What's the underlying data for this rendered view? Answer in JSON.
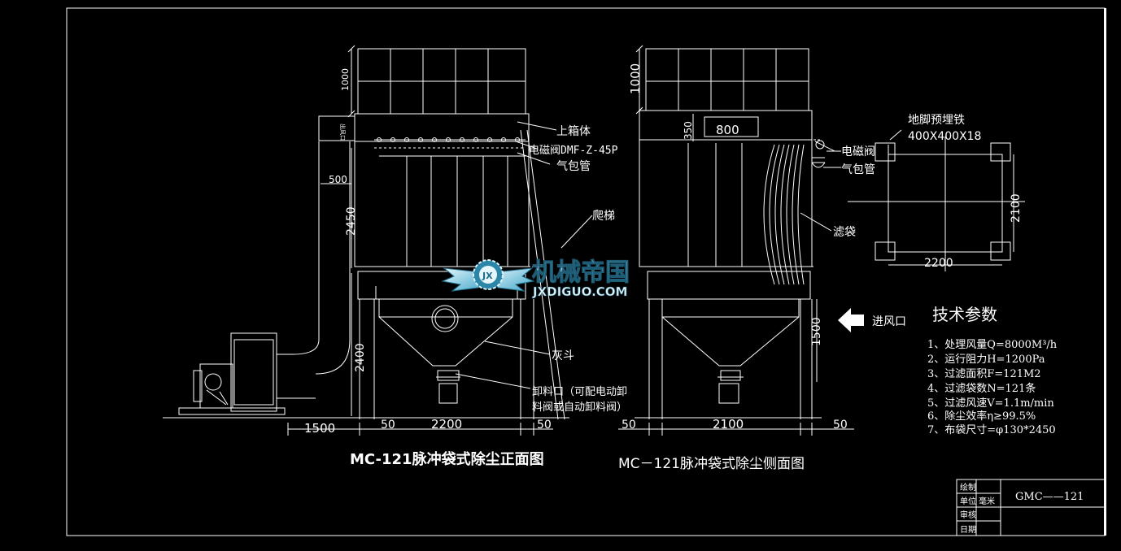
{
  "front_view": {
    "title": "MC-121脉冲袋式除尘正面图",
    "labels": {
      "upper_box": "上箱体",
      "solenoid_valve": "电磁阀DMF-Z-45P",
      "air_bag_pipe": "气包管",
      "ladder": "爬梯",
      "ash_hopper": "灰斗",
      "discharge_line1": "卸料口（可配电动卸",
      "discharge_line2": "料阀或自动卸料阀）",
      "outlet": "出风口"
    },
    "dimensions": {
      "top_height": "1000",
      "box_height": "2450",
      "hopper_height": "2400",
      "offset": "500",
      "fan_length": "1500",
      "left_gap": "50",
      "width": "2200",
      "right_gap": "50"
    }
  },
  "side_view": {
    "title": "MC－121脉冲袋式除尘侧面图",
    "labels": {
      "solenoid_valve": "电磁阀",
      "air_bag_pipe": "气包管",
      "filter_bag": "滤袋",
      "inlet": "进风口"
    },
    "dimensions": {
      "top_height": "1000",
      "upper_height": "350",
      "opening_width": "800",
      "support_height": "1500",
      "left_gap": "50",
      "width": "2100",
      "right_gap": "50"
    }
  },
  "foundation": {
    "title": "地脚预埋铁",
    "size": "400X400X18",
    "width": "2200",
    "depth": "2100"
  },
  "tech_params": {
    "heading": "技术参数",
    "items": [
      "1、处理风量Q=8000M³/h",
      "2、运行阻力H=1200Pa",
      "3、过滤面积F=121M2",
      "4、过滤袋数N=121条",
      "5、过滤风速V=1.1m/min",
      "6、除尘效率η≥99.5%",
      "7、布袋尺寸=φ130*2450"
    ]
  },
  "title_block": {
    "drawn_label": "绘制",
    "unit_label": "单位",
    "unit_value": "毫米",
    "drawing_no": "GMC——121",
    "review_label": "审核",
    "date_label": "日期"
  },
  "watermark": {
    "cn": "机械帝国",
    "en": "JXDIGUO.COM",
    "badge": "JX"
  },
  "colors": {
    "background": "#000000",
    "line": "#ffffff",
    "watermark_blue": "#3fa6c9",
    "watermark_light": "#bfe6f2"
  }
}
